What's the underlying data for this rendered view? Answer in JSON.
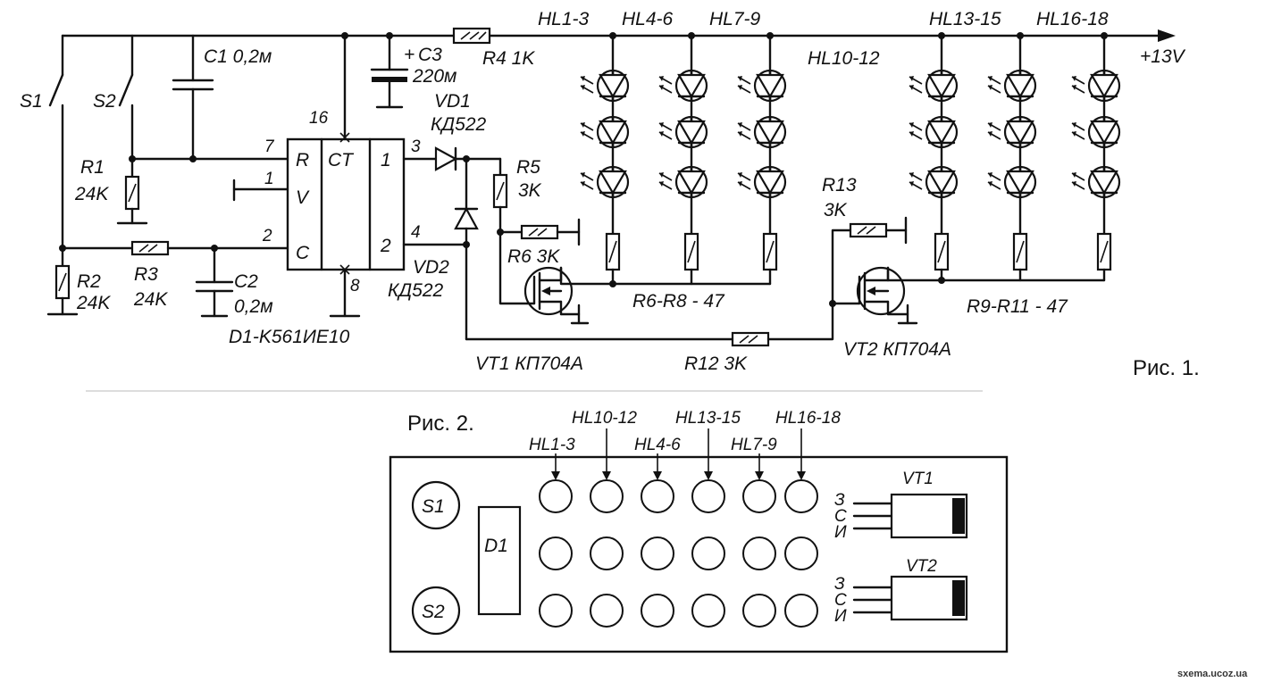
{
  "figure1": {
    "caption": "Рис. 1.",
    "switches": {
      "s1": "S1",
      "s2": "S2"
    },
    "capacitors": {
      "c1": "C1 0,2м",
      "c2": "C2",
      "c2_value": "0,2м",
      "c3_plus": "+",
      "c3": "C3",
      "c3_value": "220м"
    },
    "resistors": {
      "r1": "R1",
      "r1_value": "24K",
      "r2": "R2",
      "r2_value": "24K",
      "r3": "R3",
      "r3_value": "24K",
      "r4": "R4 1K",
      "r5": "R5",
      "r5_value": "3K",
      "r6": "R6 3K",
      "r12": "R12 3K",
      "r13": "R13",
      "r13_value": "3K",
      "r6_r8": "R6-R8 - 47",
      "r9_r11": "R9-R11 - 47"
    },
    "diodes": {
      "vd1": "VD1",
      "vd1_type": "КД522",
      "vd2": "VD2",
      "vd2_type": "КД522"
    },
    "chip": {
      "name": "D1-K561ИЕ10",
      "pin_r": "R",
      "pin_ct": "CT",
      "pin_v": "V",
      "pin_c": "C",
      "out_1": "1",
      "out_2": "2",
      "num_7": "7",
      "num_1": "1",
      "num_2": "2",
      "num_16": "16",
      "num_8": "8",
      "num_3": "3",
      "num_4": "4"
    },
    "transistors": {
      "vt1": "VT1 КП704А",
      "vt2": "VT2 КП704А"
    },
    "led_groups": {
      "hl1_3": "HL1-3",
      "hl4_6": "HL4-6",
      "hl7_9": "HL7-9",
      "hl10_12": "HL10-12",
      "hl13_15": "HL13-15",
      "hl16_18": "HL16-18"
    },
    "supply": "+13V"
  },
  "figure2": {
    "caption": "Рис. 2.",
    "labels": {
      "hl1_3": "HL1-3",
      "hl10_12": "HL10-12",
      "hl4_6": "HL4-6",
      "hl13_15": "HL13-15",
      "hl7_9": "HL7-9",
      "hl16_18": "HL16-18"
    },
    "s1": "S1",
    "s2": "S2",
    "d1": "D1",
    "vt1": "VT1",
    "vt2": "VT2",
    "pins": {
      "gate": "З",
      "drain": "С",
      "source": "И"
    }
  },
  "watermark": "sxema.ucoz.ua"
}
